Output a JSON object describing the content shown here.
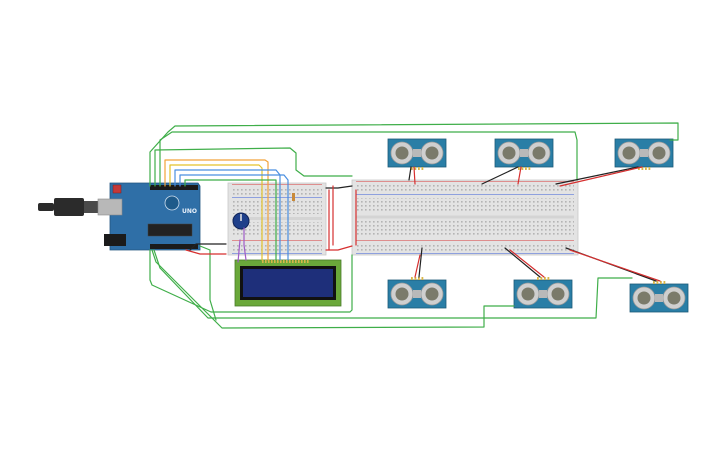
{
  "canvas": {
    "background": "#ffffff"
  },
  "colors": {
    "wire_green": "#3fae49",
    "wire_red": "#d62f2f",
    "wire_black": "#222222",
    "wire_orange": "#f2a23a",
    "wire_yellow": "#e3c22a",
    "wire_blue": "#4a8fe0",
    "wire_purple": "#a05cc8",
    "breadboard": "#e3e3e3",
    "breadboard_hole": "#9a9a9a",
    "rail_red": "#d93a3a",
    "rail_blue": "#3a5fd9",
    "arduino_pcb": "#2f6fa7",
    "sensor_pcb": "#2a7ea6",
    "transducer_ring": "#cfcfcf",
    "transducer_center": "#7a7a6a",
    "lcd_frame": "#6aa83a",
    "lcd_screen": "#1e2f7a",
    "usb_cable": "#2b2b2b"
  },
  "components": {
    "arduino": {
      "name": "Arduino Uno",
      "brand": "UNO"
    },
    "lcd": {
      "type": "16x2 LCD"
    },
    "potentiometer": {
      "type": "potentiometer"
    },
    "sensor_count": 6
  }
}
